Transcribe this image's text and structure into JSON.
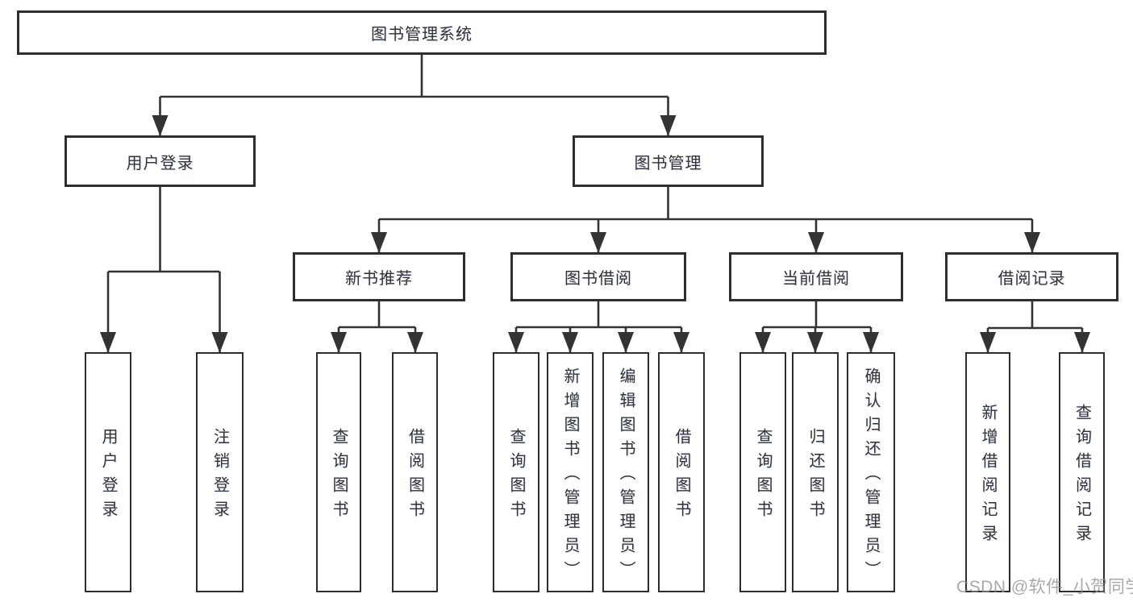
{
  "diagram": {
    "root": {
      "label": "图书管理系统"
    },
    "user_login": {
      "label": "用户登录",
      "children": [
        "用户登录",
        "注销登录"
      ]
    },
    "book_management": {
      "label": "图书管理",
      "modules": {
        "new_book_recommend": {
          "label": "新书推荐",
          "children": [
            "查询图书",
            "借阅图书"
          ]
        },
        "book_borrowing": {
          "label": "图书借阅",
          "children": [
            "查询图书",
            "新增图书（管理员）",
            "编辑图书（管理员）",
            "借阅图书"
          ]
        },
        "current_borrowing": {
          "label": "当前借阅",
          "children": [
            "查询图书",
            "归还图书",
            "确认归还（管理员）"
          ]
        },
        "borrowing_records": {
          "label": "借阅记录",
          "children": [
            "新增借阅记录",
            "查询借阅记录"
          ]
        }
      }
    }
  },
  "watermark": {
    "text": "CSDN @软件_小贺同学"
  },
  "colors": {
    "line": "#333333",
    "box_border": "#2e2e2e",
    "text": "#333333",
    "background": "#ffffff",
    "watermark": "#8c8c8c"
  }
}
